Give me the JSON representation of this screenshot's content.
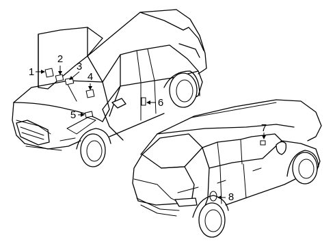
{
  "diagram": {
    "callouts": [
      {
        "id": "1",
        "text": "1"
      },
      {
        "id": "2",
        "text": "2"
      },
      {
        "id": "3",
        "text": "3"
      },
      {
        "id": "4",
        "text": "4"
      },
      {
        "id": "5",
        "text": "5"
      },
      {
        "id": "6",
        "text": "6"
      },
      {
        "id": "7",
        "text": "7"
      },
      {
        "id": "8",
        "text": "8"
      }
    ],
    "views": [
      {
        "id": "front-view",
        "description_icon": "suv-front-hood-open"
      },
      {
        "id": "rear-view",
        "description_icon": "suv-rear"
      }
    ]
  }
}
